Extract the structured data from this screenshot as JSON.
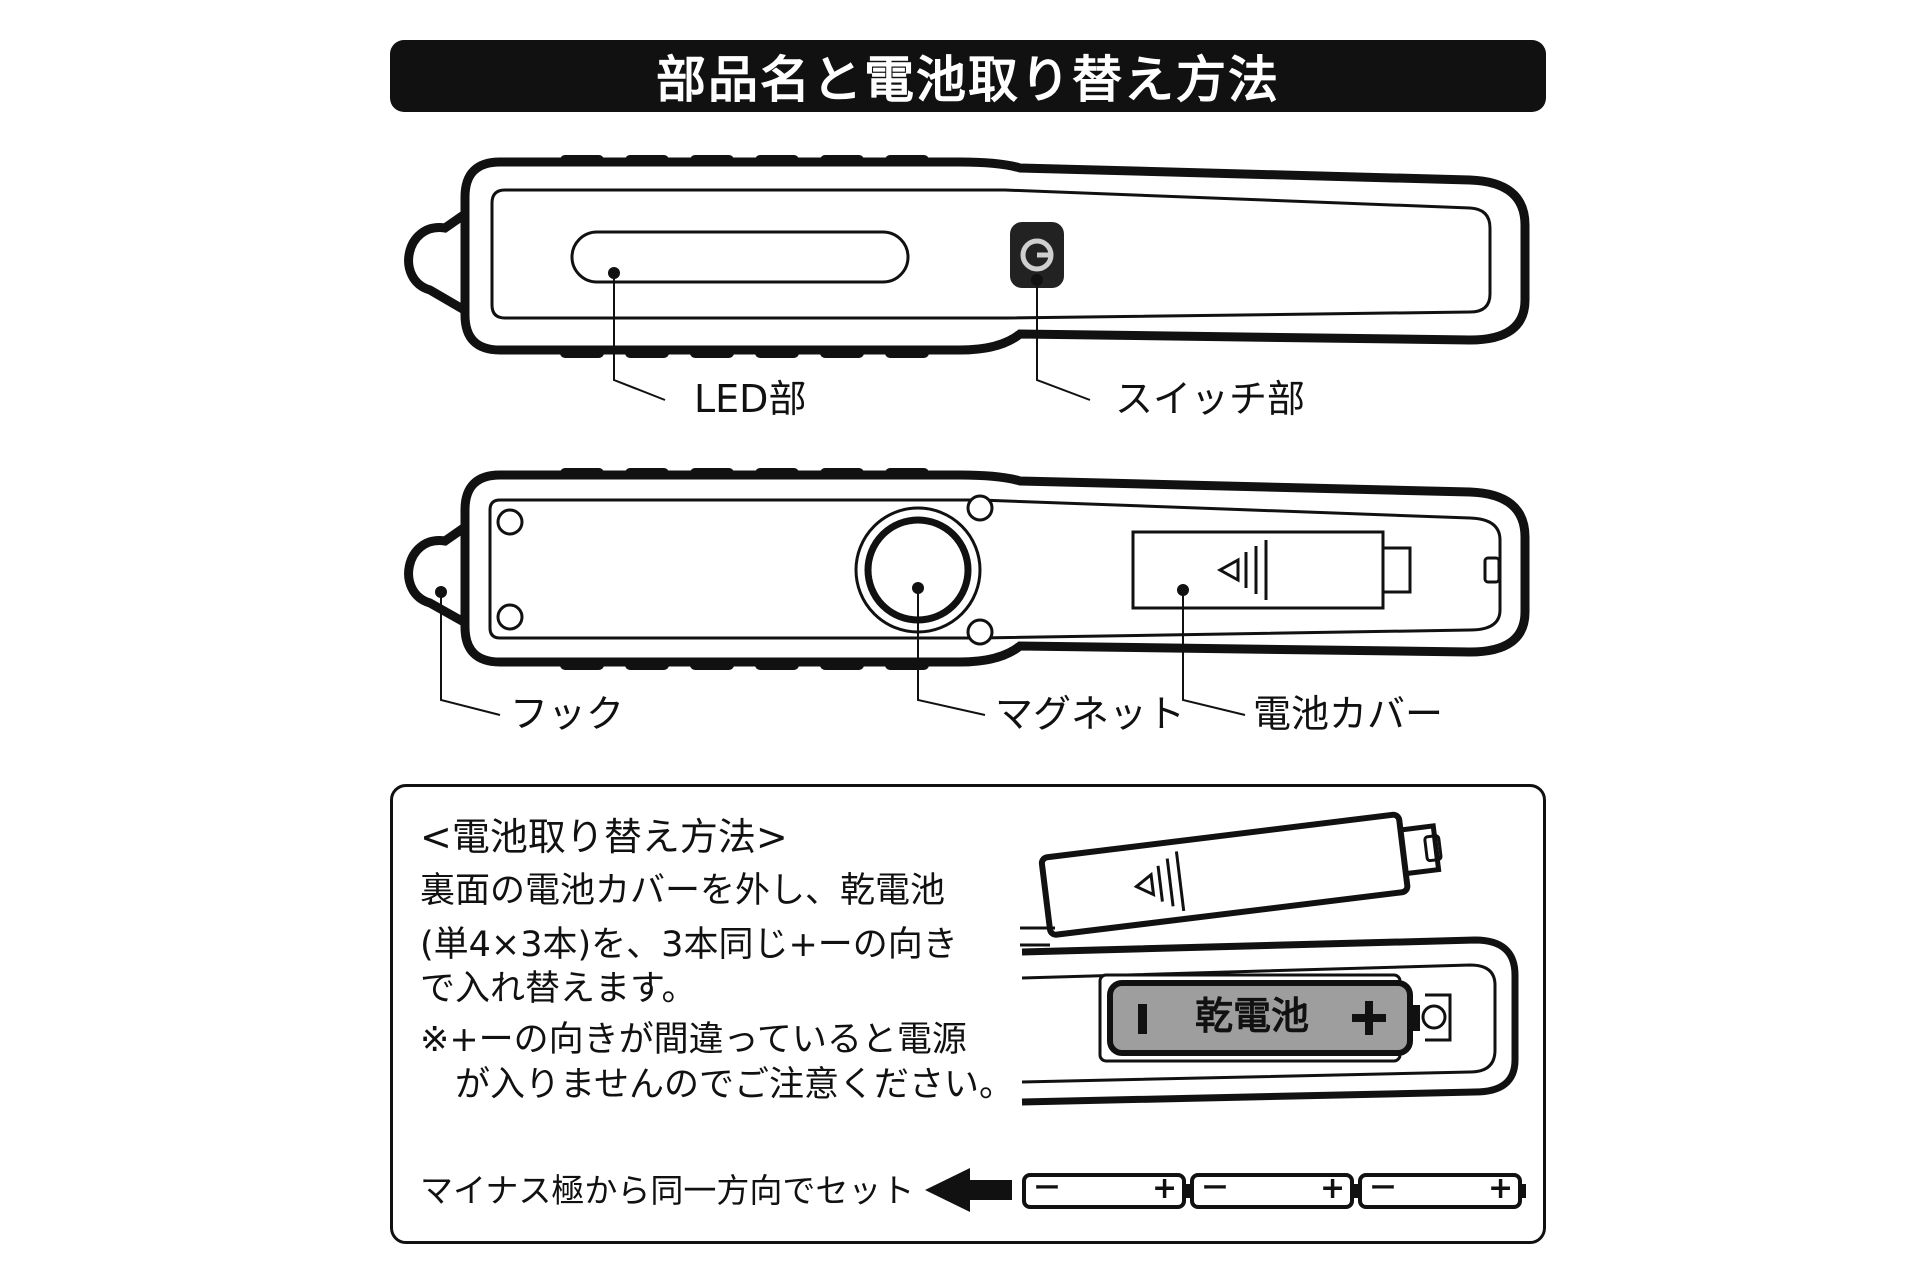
{
  "title": "部品名と電池取り替え方法",
  "labels": {
    "led": "LED部",
    "switch": "スイッチ部",
    "hook": "フック",
    "magnet": "マグネット",
    "battery_cover": "電池カバー"
  },
  "instructions": {
    "heading": "<電池取り替え方法>",
    "line1": "裏面の電池カバーを外し、乾電池",
    "line2": "(単4×3本)を、3本同じ+ーの向き",
    "line3": "で入れ替えます。",
    "note1": "※+ーの向きが間違っていると電源",
    "note2": "が入りませんのでご注意ください。"
  },
  "battery_label": "乾電池",
  "battery_minus": "ー",
  "battery_plus": "+",
  "set_direction_text": "マイナス極から同一方向でセット",
  "mini_batteries": [
    {
      "minus": "ー",
      "plus": "+"
    },
    {
      "minus": "ー",
      "plus": "+"
    },
    {
      "minus": "ー",
      "plus": "+"
    }
  ]
}
